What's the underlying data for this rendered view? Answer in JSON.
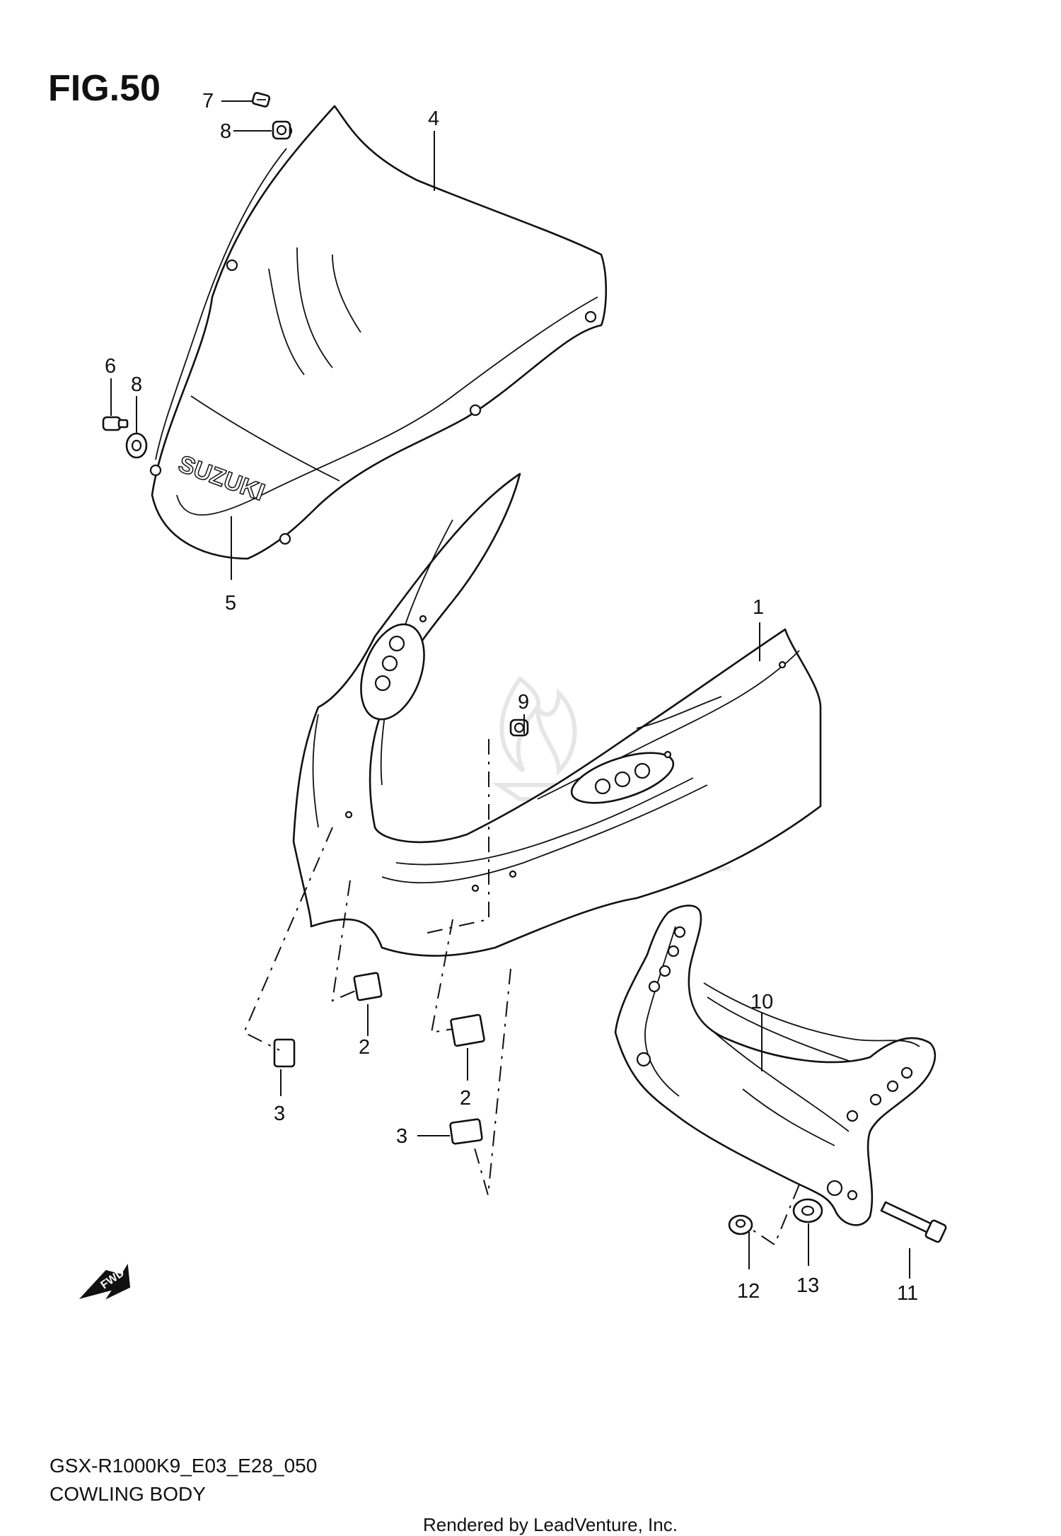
{
  "figure": {
    "title": "FIG.50",
    "model_code": "GSX-R1000K9_E03_E28_050",
    "section_name": "COWLING BODY",
    "credit": "Rendered by LeadVenture, Inc.",
    "watermark": "LEADVENTURE"
  },
  "windscreen": {
    "brand_mark": "SUZUKI"
  },
  "fwd_arrow": {
    "label": "FWD"
  },
  "callouts": [
    {
      "id": "c1",
      "label": "1"
    },
    {
      "id": "c2a",
      "label": "2"
    },
    {
      "id": "c2b",
      "label": "2"
    },
    {
      "id": "c3a",
      "label": "3"
    },
    {
      "id": "c3b",
      "label": "3"
    },
    {
      "id": "c4",
      "label": "4"
    },
    {
      "id": "c5",
      "label": "5"
    },
    {
      "id": "c6",
      "label": "6"
    },
    {
      "id": "c7",
      "label": "7"
    },
    {
      "id": "c8a",
      "label": "8"
    },
    {
      "id": "c8b",
      "label": "8"
    },
    {
      "id": "c9",
      "label": "9"
    },
    {
      "id": "c10",
      "label": "10"
    },
    {
      "id": "c11",
      "label": "11"
    },
    {
      "id": "c12",
      "label": "12"
    },
    {
      "id": "c13",
      "label": "13"
    }
  ]
}
